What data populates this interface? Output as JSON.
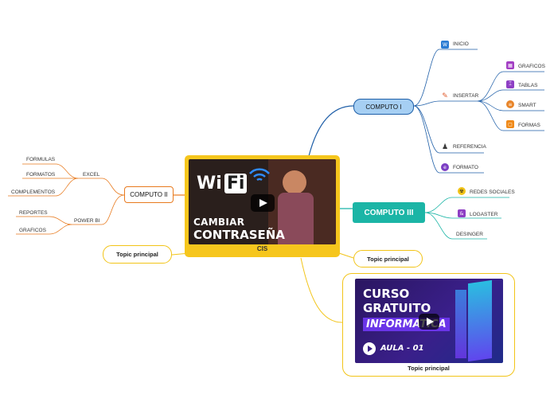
{
  "central": {
    "label": "CIS",
    "thumbnail": {
      "line1": "Wi",
      "line2": "Fi",
      "caption1": "CAMBIAR",
      "caption2": "CONTRASEÑA"
    }
  },
  "computo1": {
    "label": "COMPUTO I",
    "items": [
      {
        "label": "INICIO",
        "icon": "word-icon"
      },
      {
        "label": "INSERTAR",
        "icon": "pencil-icon",
        "children": [
          "GRAFICOS",
          "TABLAS",
          "SMART",
          "FORMAS"
        ]
      },
      {
        "label": "REFERENCIA",
        "icon": "person-icon"
      },
      {
        "label": "FORMATO",
        "icon": "edge-icon"
      }
    ]
  },
  "computo2": {
    "label": "COMPUTO II",
    "groups": [
      {
        "label": "EXCEL",
        "children": [
          "FORMULAS",
          "FORMATOS",
          "COMPLEMENTOS"
        ]
      },
      {
        "label": "POWER BI",
        "children": [
          "REPORTES",
          "GRAFICOS"
        ]
      }
    ]
  },
  "computo3": {
    "label": "COMPUTO III",
    "items": [
      "REDES SOCIALES",
      "LOGASTER",
      "DESINGER"
    ]
  },
  "topics": {
    "left": "Topic principal",
    "right": "Topic principal",
    "bottom": "Topic principal"
  },
  "course": {
    "line1": "CURSO",
    "line2": "GRATUITO",
    "line3": "INFORMATICA",
    "badge": "AULA - 01"
  },
  "colors": {
    "computo1": "#1f5fa8",
    "computo2": "#e87a1e",
    "computo3": "#1bb5a6",
    "topic": "#f2c418"
  }
}
